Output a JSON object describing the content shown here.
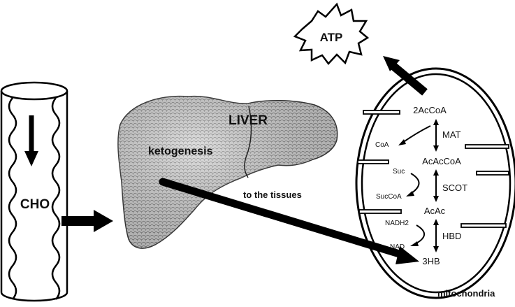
{
  "labels": {
    "cho": "CHO",
    "liver": "LIVER",
    "ketogenesis": "ketogenesis",
    "to_tissues": "to the tissues",
    "atp": "ATP",
    "mitochondria": "mitochondria"
  },
  "pathway": {
    "metabolites": [
      "2AcCoA",
      "AcAcCoA",
      "AcAc",
      "3HB"
    ],
    "enzymes": [
      "MAT",
      "SCOT",
      "HBD"
    ],
    "cofactors": {
      "mat_out": "CoA",
      "scot_in": "Suc",
      "scot_out": "SucCoA",
      "hbd_in": "NADH2",
      "hbd_out": "NAD"
    }
  },
  "colors": {
    "ink": "#000000",
    "liver_fill": "#c9c9c9",
    "liver_texture": "#7a7a7a",
    "background": "#ffffff"
  }
}
